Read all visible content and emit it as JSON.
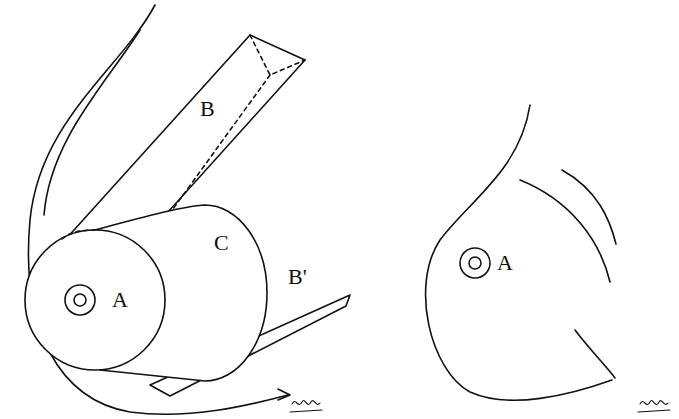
{
  "diagram": {
    "labels": [
      "B",
      "A",
      "C",
      "B'",
      "A"
    ]
  }
}
